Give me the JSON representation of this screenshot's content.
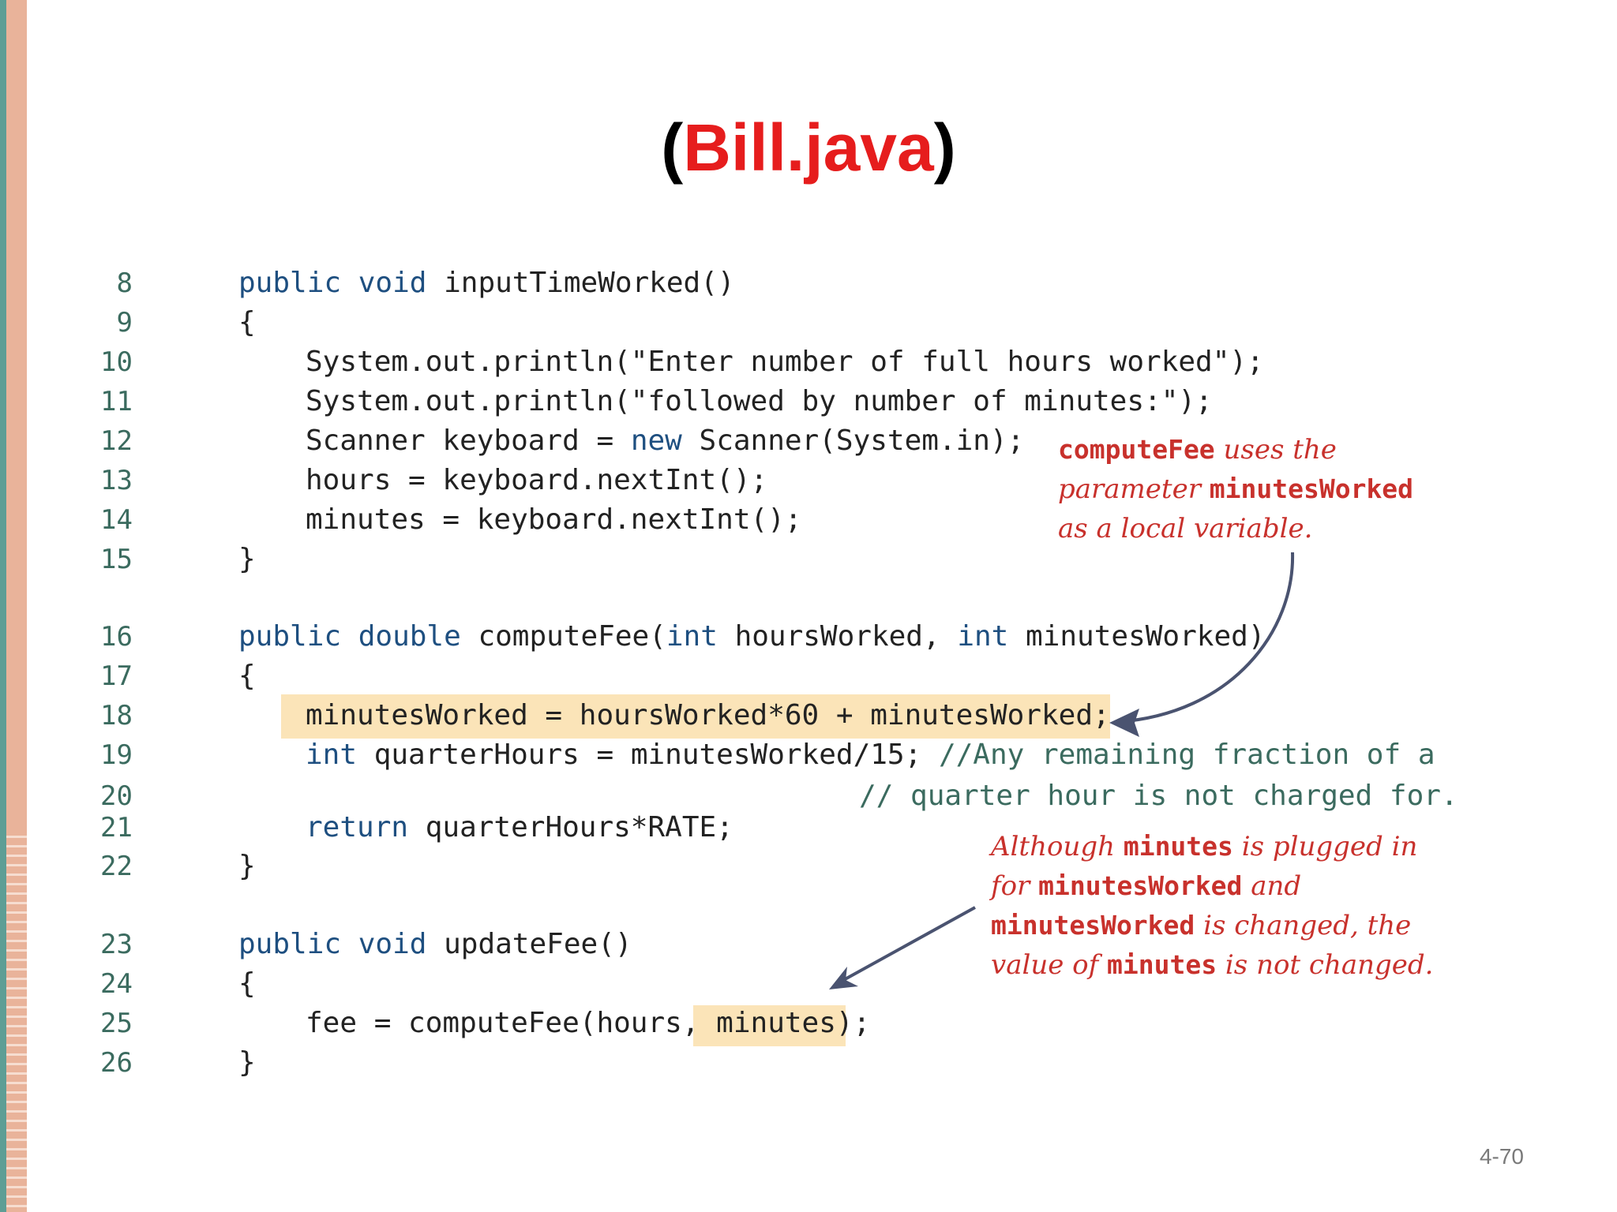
{
  "title": {
    "open_paren": "(",
    "filename": "Bill.java",
    "close_paren": ")"
  },
  "code_lines": [
    {
      "num": "8",
      "keyword": "public void",
      "rest": " inputTimeWorked()"
    },
    {
      "num": "9",
      "text": "{"
    },
    {
      "num": "10",
      "text": "System.out.println(\"Enter number of full hours worked\");"
    },
    {
      "num": "11",
      "text": "System.out.println(\"followed by number of minutes:\");"
    },
    {
      "num": "12",
      "pre": "Scanner keyboard = ",
      "keyword": "new",
      "post": " Scanner(System.in);"
    },
    {
      "num": "13",
      "text": "hours = keyboard.nextInt();"
    },
    {
      "num": "14",
      "text": "minutes = keyboard.nextInt();"
    },
    {
      "num": "15",
      "text": "}"
    },
    {
      "num": "16",
      "kw1": "public double",
      "mid1": " computeFee(",
      "kw2": "int",
      "mid2": " hoursWorked, ",
      "kw3": "int",
      "mid3": " minutesWorked)"
    },
    {
      "num": "17",
      "text": "{"
    },
    {
      "num": "18",
      "text": "minutesWorked = hoursWorked*60 + minutesWorked;"
    },
    {
      "num": "19",
      "keyword": "int",
      "rest": " quarterHours = minutesWorked/15; ",
      "comment": "//Any remaining fraction of a"
    },
    {
      "num": "20",
      "comment": "// quarter hour is not charged for."
    },
    {
      "num": "21",
      "keyword": "return",
      "rest": " quarterHours*RATE;"
    },
    {
      "num": "22",
      "text": "}"
    },
    {
      "num": "23",
      "keyword": "public void",
      "rest": " updateFee()"
    },
    {
      "num": "24",
      "text": "{"
    },
    {
      "num": "25",
      "text": "fee = computeFee(hours, minutes);"
    },
    {
      "num": "26",
      "text": "}"
    }
  ],
  "annotations": {
    "note1": {
      "l1_code": "computeFee",
      "l1_text": " uses the",
      "l2_text": "parameter ",
      "l2_code": "minutesWorked",
      "l3_text": "as a local variable."
    },
    "note2": {
      "l1_text": "Although ",
      "l1_code": "minutes",
      "l1_text2": " is plugged in",
      "l2_text": "for ",
      "l2_code": "minutesWorked",
      "l2_text2": " and",
      "l3_code": "minutesWorked",
      "l3_text": " is changed, the",
      "l4_text": "value of ",
      "l4_code": "minutes",
      "l4_text2": " is not changed."
    }
  },
  "page_number": "4-70",
  "colors": {
    "title_accent": "#e61d1d",
    "keyword": "#1e4f80",
    "comment": "#3b6b5f",
    "annotation": "#c8312c",
    "highlight": "#fbe4b8",
    "arrow": "#4a5370"
  }
}
